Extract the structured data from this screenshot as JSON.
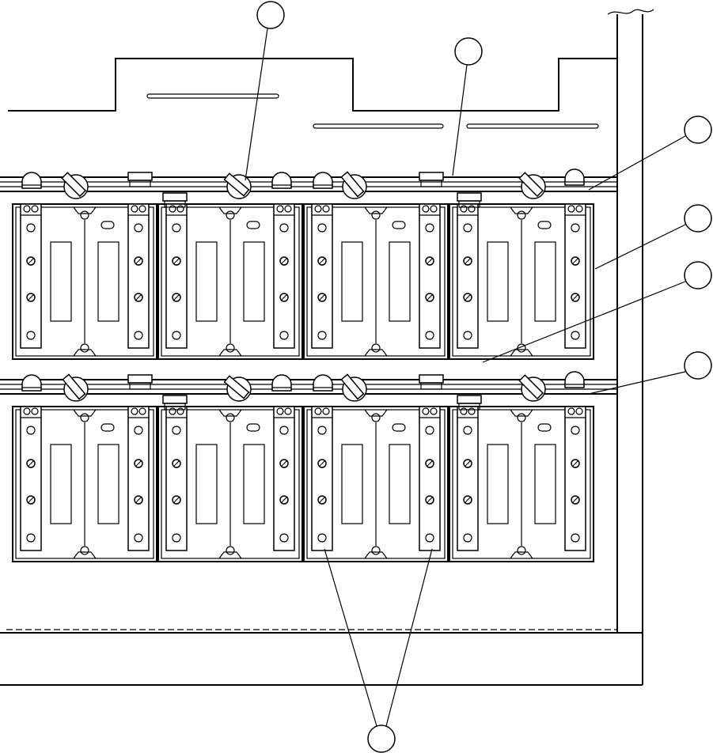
{
  "diagram": {
    "stroke_color": "#000000",
    "background_color": "#ffffff",
    "callouts": [
      {
        "id": "callout-toggle",
        "label": ""
      },
      {
        "id": "callout-rail",
        "label": ""
      },
      {
        "id": "callout-bracket-upper",
        "label": ""
      },
      {
        "id": "callout-panel",
        "label": ""
      },
      {
        "id": "callout-bar-lower",
        "label": ""
      },
      {
        "id": "callout-bracket-lower",
        "label": ""
      },
      {
        "id": "callout-terminal-straps",
        "label": ""
      }
    ]
  }
}
